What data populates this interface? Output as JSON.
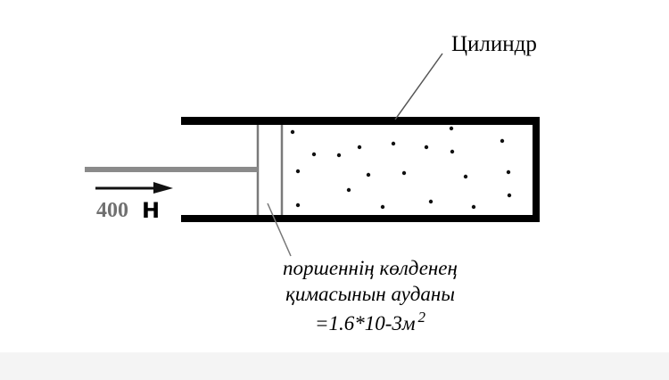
{
  "labels": {
    "cylinder": "Цилиндр",
    "force_value": "400",
    "force_unit": "Н",
    "piston_caption_line1": "поршеннің көлденең",
    "piston_caption_line2": "қимасынын ауданы",
    "piston_caption_line3": "=1.6*10-3м",
    "piston_caption_superscript": "2"
  },
  "colors": {
    "wall": "#000000",
    "rod": "#8a8a8a",
    "piston": "#7a7a7a",
    "force_number": "#707070"
  }
}
